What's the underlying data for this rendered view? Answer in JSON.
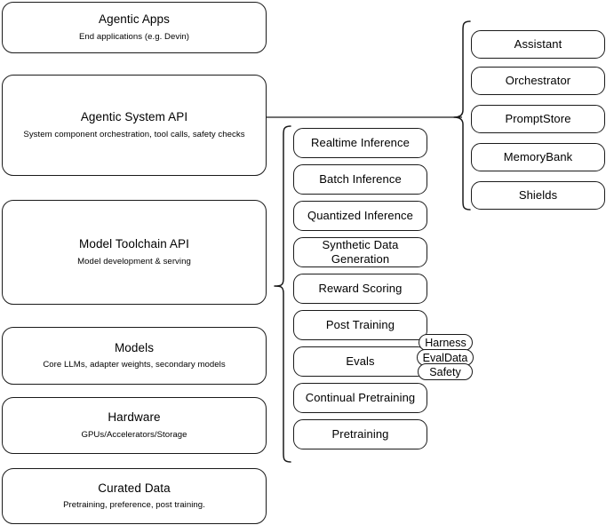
{
  "diagram": {
    "title": "AI stack layered architecture diagram",
    "stroke_color": "#1a1a1a",
    "background_color": "#ffffff"
  },
  "layers": [
    {
      "id": "agentic-apps",
      "title": "Agentic Apps",
      "subtitle": "End applications (e.g. Devin)"
    },
    {
      "id": "agentic-system-api",
      "title": "Agentic System API",
      "subtitle": "System component orchestration, tool calls, safety checks"
    },
    {
      "id": "model-toolchain-api",
      "title": "Model Toolchain API",
      "subtitle": "Model development & serving"
    },
    {
      "id": "models",
      "title": "Models",
      "subtitle": "Core LLMs, adapter weights, secondary models"
    },
    {
      "id": "hardware",
      "title": "Hardware",
      "subtitle": "GPUs/Accelerators/Storage"
    },
    {
      "id": "curated-data",
      "title": "Curated Data",
      "subtitle": "Pretraining, preference, post training."
    }
  ],
  "toolchain_components": [
    {
      "id": "realtime-inference",
      "label": "Realtime Inference"
    },
    {
      "id": "batch-inference",
      "label": "Batch Inference"
    },
    {
      "id": "quantized-inference",
      "label": "Quantized Inference"
    },
    {
      "id": "synthetic-data-generation",
      "label": "Synthetic Data Generation"
    },
    {
      "id": "reward-scoring",
      "label": "Reward Scoring"
    },
    {
      "id": "post-training",
      "label": "Post Training"
    },
    {
      "id": "evals",
      "label": "Evals"
    },
    {
      "id": "continual-pretraining",
      "label": "Continual Pretraining"
    },
    {
      "id": "pretraining",
      "label": "Pretraining"
    }
  ],
  "evals_badges": [
    {
      "id": "harness",
      "label": "Harness"
    },
    {
      "id": "evaldata",
      "label": "EvalData"
    },
    {
      "id": "safety",
      "label": "Safety"
    }
  ],
  "system_components": [
    {
      "id": "assistant",
      "label": "Assistant"
    },
    {
      "id": "orchestrator",
      "label": "Orchestrator"
    },
    {
      "id": "promptstore",
      "label": "PromptStore"
    },
    {
      "id": "memorybank",
      "label": "MemoryBank"
    },
    {
      "id": "shields",
      "label": "Shields"
    }
  ]
}
